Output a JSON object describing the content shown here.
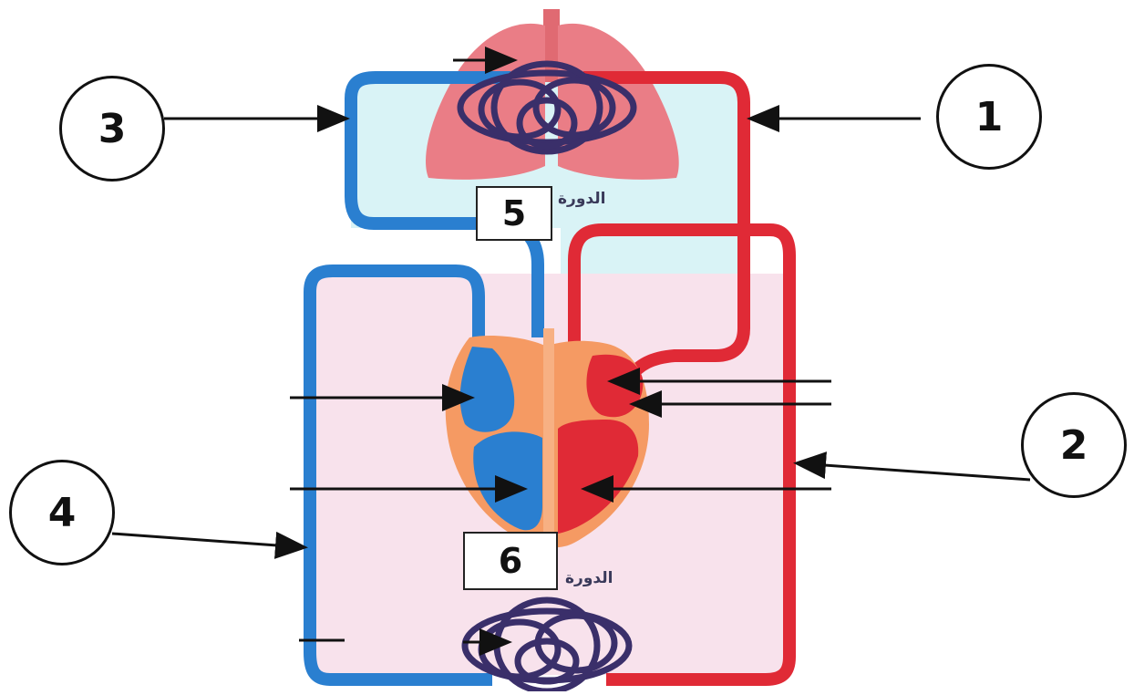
{
  "labels": {
    "circle_1": "1",
    "circle_2": "2",
    "circle_3": "3",
    "circle_4": "4",
    "box_5": "5",
    "box_6": "6"
  },
  "text": {
    "pulmonary_circulation": "الدورة",
    "systemic_circulation": "الدورة"
  },
  "colors": {
    "vein_blue": "#2a7fd0",
    "artery_red": "#e02a36",
    "lung_pink": "#ea7d86",
    "pulmonary_bg": "#d9f3f6",
    "systemic_bg": "#f8e2ec",
    "heart_orange": "#f59a63",
    "capillary_dark": "#3a2f6a"
  }
}
